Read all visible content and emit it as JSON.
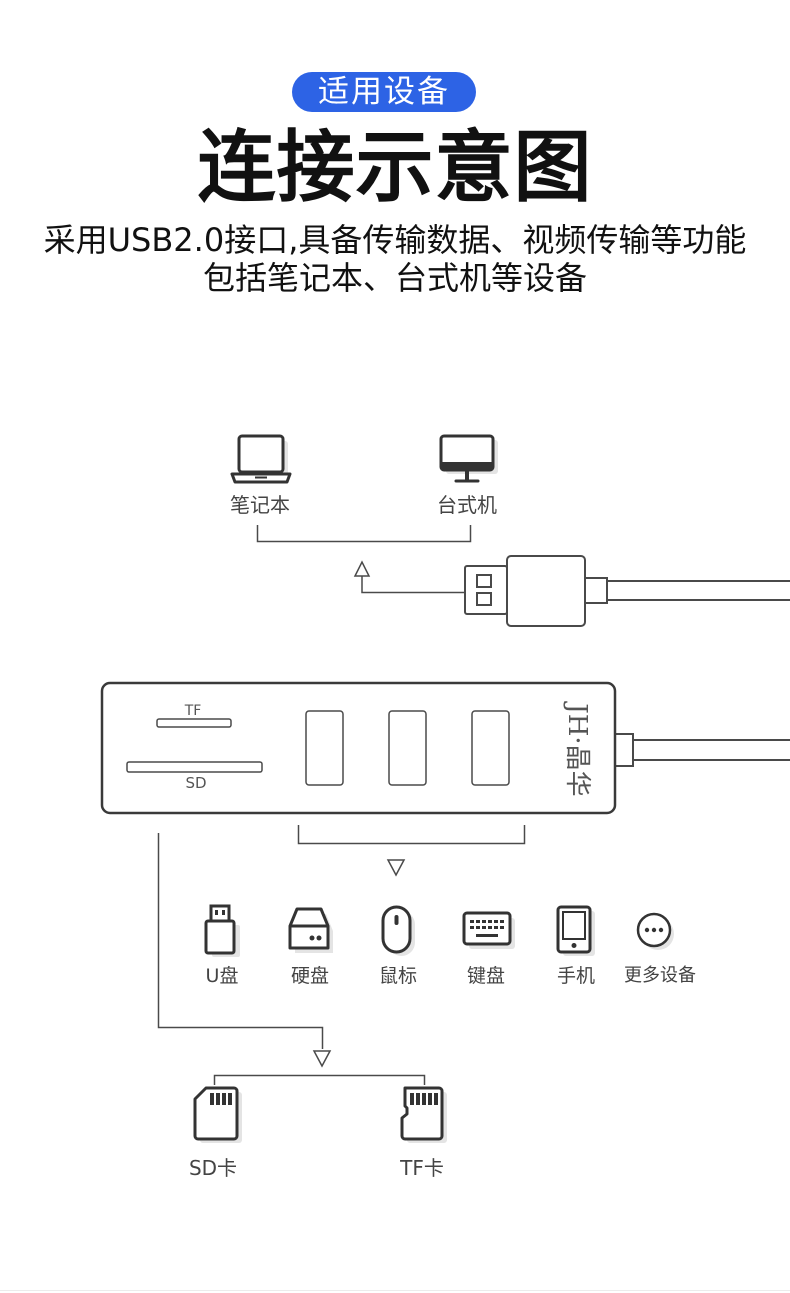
{
  "badge": {
    "label": "适用设备"
  },
  "title": "连接示意图",
  "subtitle": {
    "line1": "采用USB2.0接口,具备传输数据、视频传输等功能",
    "line2": "包括笔记本、台式机等设备"
  },
  "hosts": [
    {
      "label": "笔记本",
      "icon": "laptop-icon"
    },
    {
      "label": "台式机",
      "icon": "desktop-icon"
    }
  ],
  "hub": {
    "tf_slot_label": "TF",
    "sd_slot_label": "SD",
    "brand": "JH·晶华"
  },
  "usb_devices": [
    {
      "label": "U盘",
      "icon": "usb-drive-icon"
    },
    {
      "label": "硬盘",
      "icon": "hard-drive-icon"
    },
    {
      "label": "鼠标",
      "icon": "mouse-icon"
    },
    {
      "label": "键盘",
      "icon": "keyboard-icon"
    },
    {
      "label": "手机",
      "icon": "phone-icon"
    },
    {
      "label": "更多设备",
      "icon": "more-devices-icon"
    }
  ],
  "cards": [
    {
      "label": "SD卡",
      "icon": "sd-card-icon"
    },
    {
      "label": "TF卡",
      "icon": "tf-card-icon"
    }
  ],
  "colors": {
    "accent": "#2d63e5",
    "line": "#4a4a4a",
    "text": "#111111",
    "label": "#444444",
    "icon_shadow": "#e4e4e4"
  }
}
